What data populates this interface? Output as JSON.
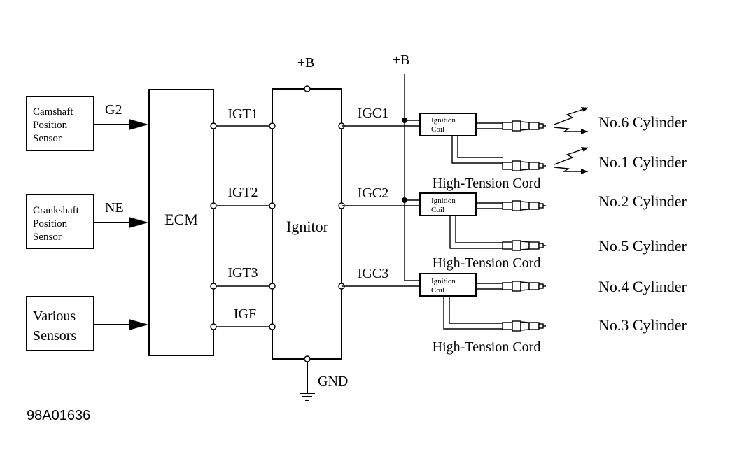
{
  "sensors": {
    "camshaft": [
      "Camshaft",
      "Position",
      "Sensor"
    ],
    "crankshaft": [
      "Crankshaft",
      "Position",
      "Sensor"
    ],
    "various": [
      "Various",
      "Sensors"
    ]
  },
  "signals": {
    "g2": "G2",
    "ne": "NE"
  },
  "ecm": "ECM",
  "ecm_outputs": [
    "IGT1",
    "IGT2",
    "IGT3",
    "IGF"
  ],
  "ignitor": "Ignitor",
  "power_b_ignitor": "+B",
  "power_b_coils": "+B",
  "ground": "GND",
  "igc": [
    "IGC1",
    "IGC2",
    "IGC3"
  ],
  "coil": [
    "Ignition",
    "Coil"
  ],
  "cord": "High-Tension Cord",
  "cylinders": [
    "No.6 Cylinder",
    "No.1 Cylinder",
    "No.2 Cylinder",
    "No.5 Cylinder",
    "No.4 Cylinder",
    "No.3 Cylinder"
  ],
  "figure_code": "98A01636"
}
